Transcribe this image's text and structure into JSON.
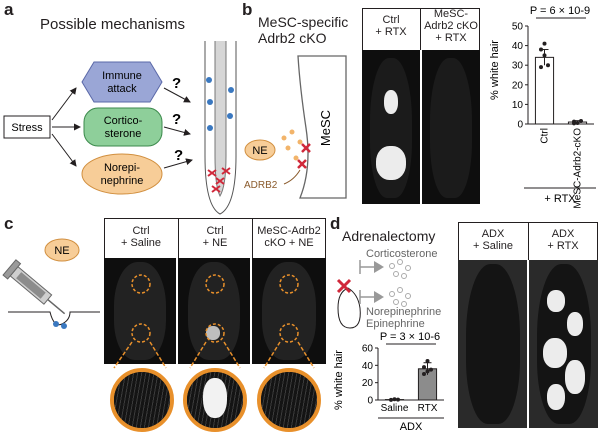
{
  "panel_a": {
    "letter": "a",
    "title": "Possible mechanisms",
    "stress": "Stress",
    "immune_l1": "Immune",
    "immune_l2": "attack",
    "cort_l1": "Cortico-",
    "cort_l2": "sterone",
    "norepi_l1": "Norepi-",
    "norepi_l2": "nephrine",
    "question": "?"
  },
  "panel_b": {
    "letter": "b",
    "title_l1": "MeSC-specific",
    "title_l2": "Adrb2 cKO",
    "ne": "NE",
    "mesc": "MeSC",
    "adrb2": "ADRB2",
    "photo1_l1": "Ctrl",
    "photo1_l2": "+ RTX",
    "photo2_l1": "MeSC-",
    "photo2_l2": "Adrb2 cKO",
    "photo2_l3": "+ RTX"
  },
  "panel_c": {
    "letter": "c",
    "ne": "NE",
    "col1_l1": "Ctrl",
    "col1_l2": "+ Saline",
    "col2_l1": "Ctrl",
    "col2_l2": "+ NE",
    "col3_l1": "MeSC-Adrb2",
    "col3_l2": "cKO + NE"
  },
  "panel_d": {
    "letter": "d",
    "title": "Adrenalectomy",
    "corticosterone": "Corticosterone",
    "norepinephrine": "Norepinephrine",
    "epinephrine": "Epinephrine",
    "photo1_l1": "ADX",
    "photo1_l2": "+ Saline",
    "photo2_l1": "ADX",
    "photo2_l2": "+ RTX"
  },
  "chart_data": [
    {
      "type": "bar",
      "panel": "b",
      "categories": [
        "Ctrl",
        "MeSC-Adrb2-cKO"
      ],
      "values": [
        34,
        1
      ],
      "errors": [
        4,
        0.7
      ],
      "points": [
        [
          38,
          35,
          30,
          29,
          41
        ],
        [
          1.2,
          0.5,
          1.5,
          0.3
        ]
      ],
      "ylabel": "% white hair",
      "ylim": [
        0,
        50
      ],
      "yticks": [
        "0",
        "10",
        "20",
        "30",
        "40",
        "50"
      ],
      "group_label": "+ RTX",
      "pvalue": "P = 6 × 10-9",
      "color": "#ffffff"
    },
    {
      "type": "bar",
      "panel": "d",
      "categories": [
        "Saline",
        "RTX"
      ],
      "values": [
        0.5,
        36
      ],
      "errors": [
        0.3,
        7
      ],
      "points": [
        [
          0.2,
          0.8,
          0.5
        ],
        [
          30,
          45,
          35,
          38,
          33
        ]
      ],
      "ylabel": "% white hair",
      "ylim": [
        0,
        60
      ],
      "yticks": [
        "0",
        "20",
        "40",
        "60"
      ],
      "group_label": "ADX",
      "pvalue": "P = 3 × 10-6",
      "color": "#8c8c8c"
    }
  ]
}
